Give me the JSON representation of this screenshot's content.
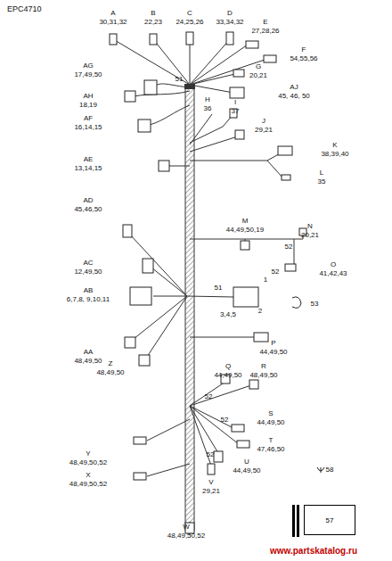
{
  "diagram": {
    "nodes": [
      {
        "text": [
          "57"
        ]
      }
    ],
    "labels": [
      "EPC4710",
      "A",
      "30,31,32",
      "B",
      "22,23",
      "C",
      "24,25,26",
      "D",
      "33,34,32",
      "E",
      "27,28,26",
      "F",
      "54,55,56",
      "AG",
      "17,49,50",
      "G",
      "20,21",
      "51",
      "AH",
      "18,19",
      "AJ",
      "45, 46, 50",
      "H",
      "36",
      "I",
      "37",
      "AF",
      "16,14,15",
      "J",
      "29,21",
      "AE",
      "13,14,15",
      "K",
      "38,39,40",
      "L",
      "35",
      "AD",
      "45,46,50",
      "M",
      "44,49,50,19",
      "N",
      "20,21",
      "52",
      "52",
      "O",
      "41,42,43",
      "AC",
      "12,49,50",
      "AB",
      "6,7,8, 9,10,11",
      "51",
      "1",
      "2",
      "3,4,5",
      "53",
      "AA",
      "48,49,50",
      "Z",
      "48,49,50",
      "P",
      "44,49,50",
      "Q",
      "44,49,50",
      "R",
      "48,49,50",
      "52",
      "52",
      "S",
      "44,49,50",
      "T",
      "47,46,50",
      "Y",
      "48,49,50,52",
      "X",
      "48,49,50,52",
      "52",
      "U",
      "44,49,50",
      "V",
      "29,21",
      "58",
      "W",
      "48,49,50,52",
      "www.partskatalog.ru"
    ]
  }
}
